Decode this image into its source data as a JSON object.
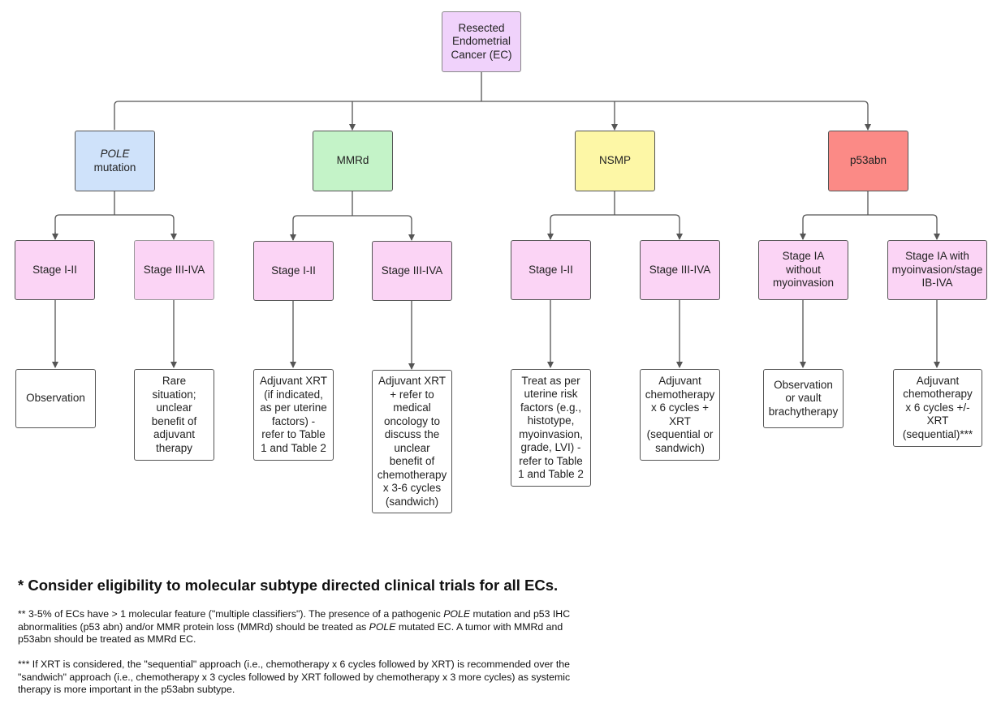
{
  "root": {
    "line1": "Resected",
    "line2": "Endometrial",
    "line3": "Cancer (EC)"
  },
  "subtypes": {
    "pole": {
      "italic": "POLE",
      "rest": "mutation"
    },
    "mmrd": {
      "label": "MMRd"
    },
    "nsmp": {
      "label": "NSMP"
    },
    "p53abn": {
      "label": "p53abn"
    }
  },
  "stages": {
    "pole_early": "Stage I-II",
    "pole_late": "Stage III-IVA",
    "mmrd_early": "Stage I-II",
    "mmrd_late": "Stage III-IVA",
    "nsmp_early": "Stage I-II",
    "nsmp_late": "Stage III-IVA",
    "p53_early": [
      "Stage IA",
      "without",
      "myoinvasion"
    ],
    "p53_late": [
      "Stage IA with",
      "myoinvasion/stage",
      "IB-IVA"
    ]
  },
  "recommendations": {
    "pole_early": [
      "Observation"
    ],
    "pole_late": [
      "Rare",
      "situation;",
      "unclear",
      "benefit of",
      "adjuvant",
      "therapy"
    ],
    "mmrd_early": [
      "Adjuvant XRT",
      "(if indicated,",
      "as per uterine",
      "factors) -",
      "refer to Table",
      "1 and Table 2"
    ],
    "mmrd_late": [
      "Adjuvant XRT",
      "+ refer to",
      "medical",
      "oncology to",
      "discuss the",
      "unclear",
      "benefit of",
      "chemotherapy",
      "x 3-6 cycles",
      "(sandwich)"
    ],
    "nsmp_early": [
      "Treat as per",
      "uterine risk",
      "factors (e.g.,",
      "histotype,",
      "myoinvasion,",
      "grade, LVI) -",
      "refer to Table",
      "1 and Table 2"
    ],
    "nsmp_late": [
      "Adjuvant",
      "chemotherapy",
      "x 6 cycles +",
      "XRT",
      "(sequential or",
      "sandwich)"
    ],
    "p53_early": [
      "Observation",
      "or vault",
      "brachytherapy"
    ],
    "p53_late": [
      "Adjuvant",
      "chemotherapy",
      "x 6 cycles +/-",
      "XRT",
      "(sequential)***"
    ]
  },
  "footnotes": {
    "one": "* Consider eligibility to molecular subtype directed clinical trials for all ECs.",
    "two_a": "** 3-5% of ECs have > 1 molecular feature (\"multiple classifiers\"). The presence of a pathogenic ",
    "two_b": "POLE",
    "two_c": " mutation and p53 IHC abnormalities (p53 abn) and/or MMR protein loss (MMRd) should be treated as ",
    "two_d": "POLE",
    "two_e": " mutated EC. A tumor with MMRd and p53abn should be treated as MMRd EC.",
    "three": "*** If XRT is considered, the \"sequential\" approach (i.e., chemotherapy x 6 cycles followed by XRT) is recommended over the \"sandwich\" approach (i.e., chemotherapy x 3 cycles followed by XRT followed by chemotherapy x 3 more cycles) as systemic therapy is more important in the p53abn subtype."
  },
  "colors": {
    "root": "#f0d2fb",
    "pole": "#cfe2fa",
    "mmrd": "#c4f3c8",
    "nsmp": "#fdf7a6",
    "p53abn": "#fb8a86",
    "stage": "#fbd4f5",
    "connector": "#555555"
  }
}
